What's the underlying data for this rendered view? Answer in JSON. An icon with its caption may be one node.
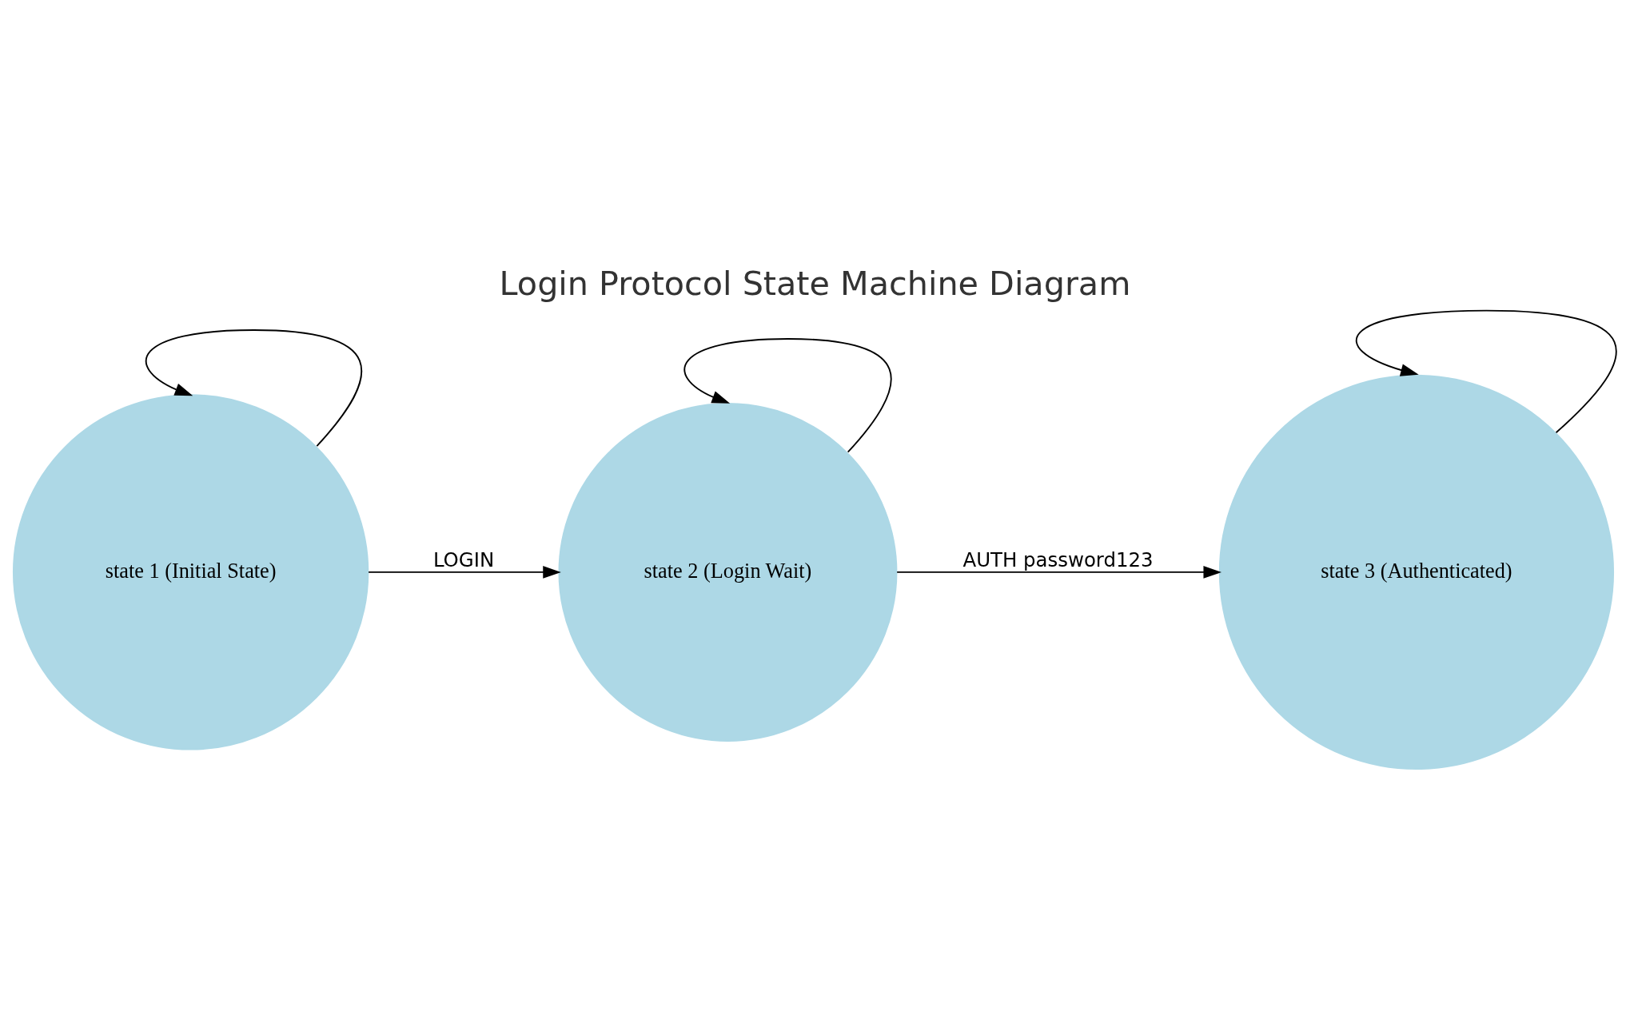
{
  "diagram": {
    "title": "Login Protocol State Machine Diagram",
    "nodes": [
      {
        "text": [
          "state 1 (Initial State)"
        ]
      },
      {
        "text": [
          "state 2 (Login Wait)"
        ]
      },
      {
        "text": [
          "state 3 (Authenticated)"
        ]
      }
    ],
    "edges": [
      {
        "from": 0,
        "to": 0,
        "arrow": "to"
      },
      {
        "from": 0,
        "to": 1,
        "arrow": "to",
        "label": "LOGIN"
      },
      {
        "from": 1,
        "to": 1,
        "arrow": "to"
      },
      {
        "from": 1,
        "to": 2,
        "arrow": "to",
        "label": "AUTH password123"
      },
      {
        "from": 2,
        "to": 2,
        "arrow": "to"
      }
    ]
  }
}
